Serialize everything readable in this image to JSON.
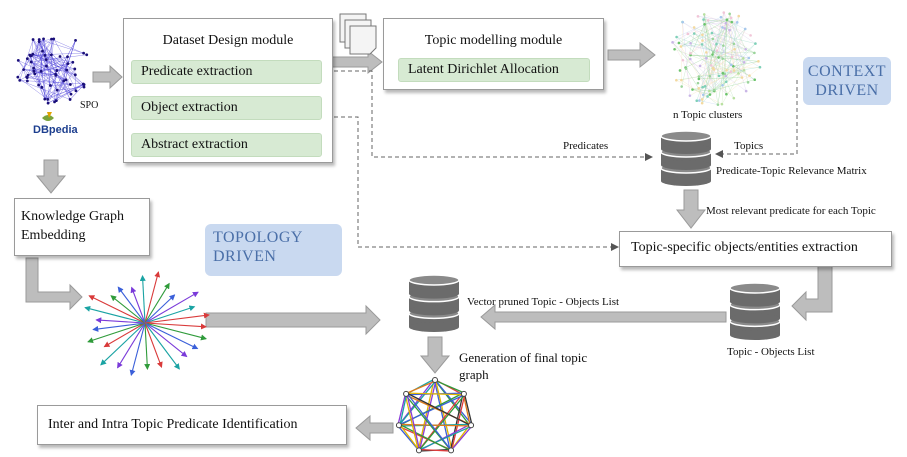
{
  "sources": {
    "spo_label": "SPO",
    "dbpedia_label": "DBpedia"
  },
  "dataset_module": {
    "title": "Dataset Design module",
    "items": [
      "Predicate extraction",
      "Object extraction",
      "Abstract extraction"
    ]
  },
  "topic_module": {
    "title": "Topic modelling module",
    "method": "Latent Dirichlet Allocation"
  },
  "clusters_label": "n Topic clusters",
  "tags": {
    "context": "CONTEXT DRIVEN",
    "topology": "TOPOLOGY DRIVEN"
  },
  "labels": {
    "predicates": "Predicates",
    "topics": "Topics",
    "relevance_matrix": "Predicate-Topic Relevance Matrix",
    "most_relevant": "Most relevant predicate for each Topic",
    "vector_pruned": "Vector pruned Topic - Objects List",
    "topic_objects_list": "Topic - Objects List",
    "generation": "Generation of final topic graph"
  },
  "boxes": {
    "kge": "Knowledge Graph Embedding",
    "topic_specific": "Topic-specific objects/entities extraction",
    "inter_intra": "Inter and Intra Topic Predicate Identification"
  },
  "colors": {
    "node_blue": "#3d2fd6",
    "green_fill": "#d7ead3",
    "tag_fill": "#c9d9f0",
    "tag_text": "#4a6fa8",
    "arrow_gray": "#b8b8b8",
    "db_fill": "#6b6b6b"
  }
}
